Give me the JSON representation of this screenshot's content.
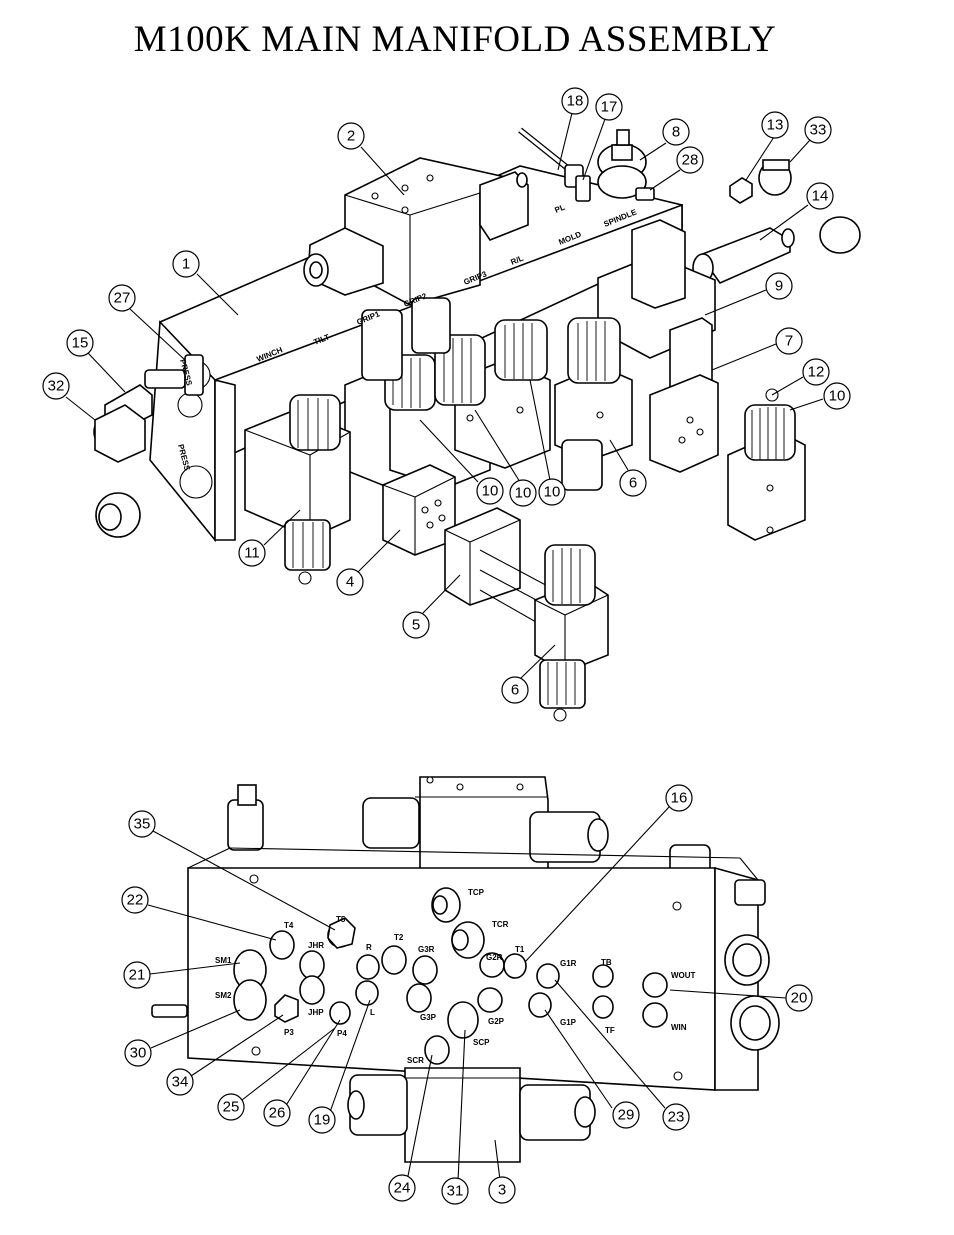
{
  "title": "M100K MAIN MANIFOLD ASSEMBLY",
  "callouts": [
    {
      "label": "1"
    },
    {
      "label": "2"
    },
    {
      "label": "18"
    },
    {
      "label": "17"
    },
    {
      "label": "8"
    },
    {
      "label": "28"
    },
    {
      "label": "13"
    },
    {
      "label": "33"
    },
    {
      "label": "14"
    },
    {
      "label": "27"
    },
    {
      "label": "15"
    },
    {
      "label": "32"
    },
    {
      "label": "9"
    },
    {
      "label": "7"
    },
    {
      "label": "12"
    },
    {
      "label": "10"
    },
    {
      "label": "6"
    },
    {
      "label": "10"
    },
    {
      "label": "10"
    },
    {
      "label": "10"
    },
    {
      "label": "11"
    },
    {
      "label": "4"
    },
    {
      "label": "5"
    },
    {
      "label": "6"
    },
    {
      "label": "35"
    },
    {
      "label": "16"
    },
    {
      "label": "22"
    },
    {
      "label": "21"
    },
    {
      "label": "30"
    },
    {
      "label": "34"
    },
    {
      "label": "25"
    },
    {
      "label": "26"
    },
    {
      "label": "19"
    },
    {
      "label": "24"
    },
    {
      "label": "31"
    },
    {
      "label": "3"
    },
    {
      "label": "29"
    },
    {
      "label": "23"
    },
    {
      "label": "20"
    }
  ],
  "top_block_labels": [
    {
      "text": "WINCH"
    },
    {
      "text": "TILT"
    },
    {
      "text": "GRIP1"
    },
    {
      "text": "GRIP2"
    },
    {
      "text": "GRIP3"
    },
    {
      "text": "R/L"
    },
    {
      "text": "MOLD"
    },
    {
      "text": "SPINDLE"
    },
    {
      "text": "PL"
    }
  ],
  "side_labels": [
    {
      "text": "PRESS"
    },
    {
      "text": "PRESS"
    }
  ],
  "port_labels": [
    {
      "text": "TCP"
    },
    {
      "text": "T5"
    },
    {
      "text": "T4"
    },
    {
      "text": "TCR"
    },
    {
      "text": "T2"
    },
    {
      "text": "R"
    },
    {
      "text": "JHR"
    },
    {
      "text": "G3R"
    },
    {
      "text": "G2R"
    },
    {
      "text": "T1"
    },
    {
      "text": "G1R"
    },
    {
      "text": "TB"
    },
    {
      "text": "WOUT"
    },
    {
      "text": "SM1"
    },
    {
      "text": "SM2"
    },
    {
      "text": "JHP"
    },
    {
      "text": "P3"
    },
    {
      "text": "P4"
    },
    {
      "text": "L"
    },
    {
      "text": "G3P"
    },
    {
      "text": "G2P"
    },
    {
      "text": "G1P"
    },
    {
      "text": "TF"
    },
    {
      "text": "WIN"
    },
    {
      "text": "SCP"
    },
    {
      "text": "SCR"
    }
  ]
}
